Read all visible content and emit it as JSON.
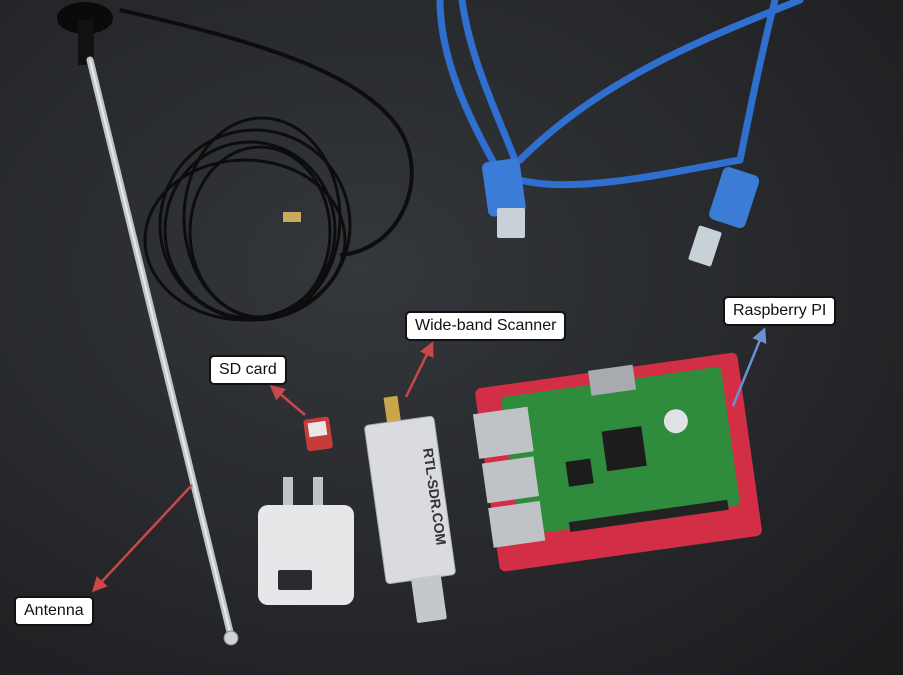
{
  "labels": {
    "antenna": "Antenna",
    "sd_card": "SD card",
    "scanner": "Wide-band Scanner",
    "raspberry_pi": "Raspberry PI"
  },
  "printed_text": {
    "dongle_brand": "RTL-SDR.COM"
  },
  "colors": {
    "arrow_red": "#c9474b",
    "arrow_blue": "#6d8fd6",
    "usb_cable": "#2f6fd0",
    "pi_case": "#d22e46",
    "pi_board": "#2f8c3c"
  }
}
